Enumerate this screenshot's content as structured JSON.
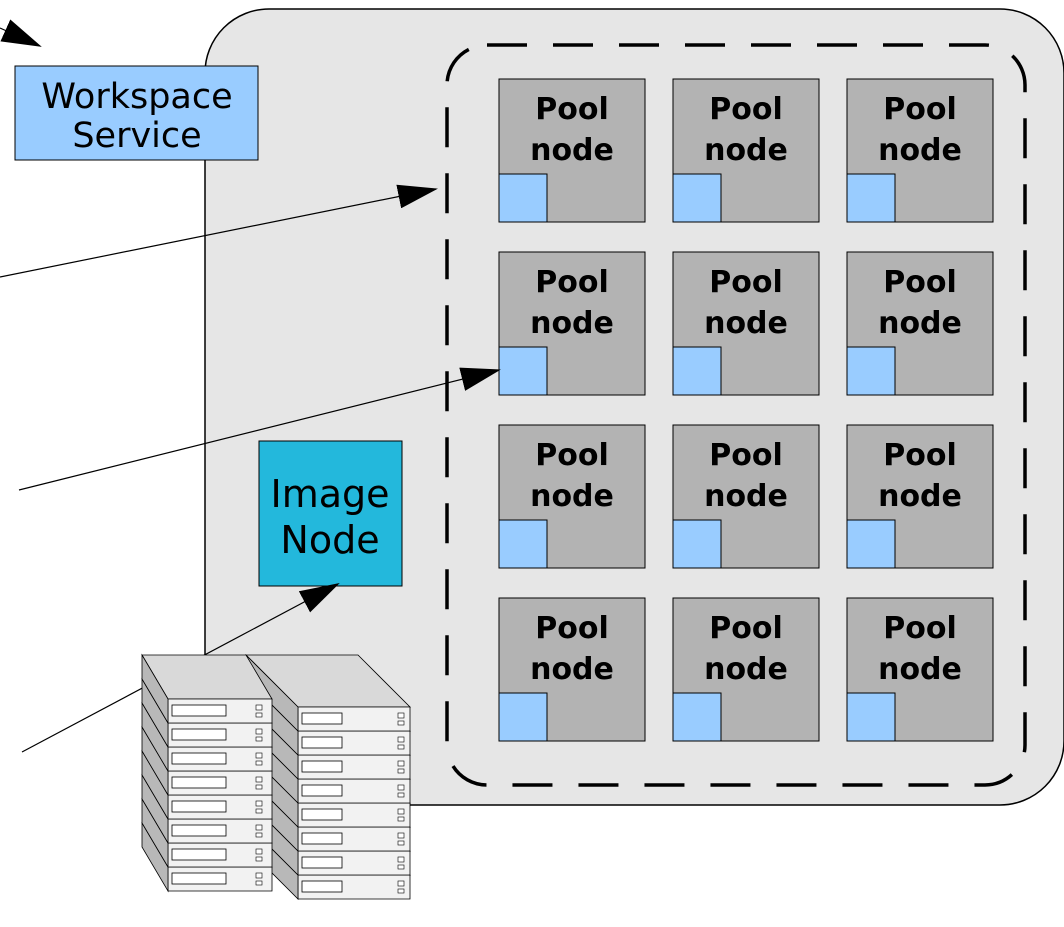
{
  "diagram": {
    "workspace_service": {
      "line1": "Workspace",
      "line2": "Service",
      "color": "#99ccff"
    },
    "image_node": {
      "line1": "Image",
      "line2": "Node",
      "color": "#23b8dc"
    },
    "pool": {
      "rows": 4,
      "cols": 3,
      "node_line1": "Pool",
      "node_line2": "node",
      "node_color": "#b3b3b3",
      "slot_color": "#99ccff",
      "cluster_color": "#e6e6e6"
    },
    "server_rack": {
      "units": 8,
      "icon": "server-rack-icon"
    },
    "arrows": [
      {
        "name": "arrow-to-workspace-service",
        "icon": "arrow-icon"
      },
      {
        "name": "arrow-to-pool-boundary",
        "icon": "arrow-icon"
      },
      {
        "name": "arrow-to-pool-node-slot",
        "icon": "arrow-icon"
      },
      {
        "name": "arrow-to-image-node",
        "icon": "arrow-icon"
      }
    ]
  }
}
